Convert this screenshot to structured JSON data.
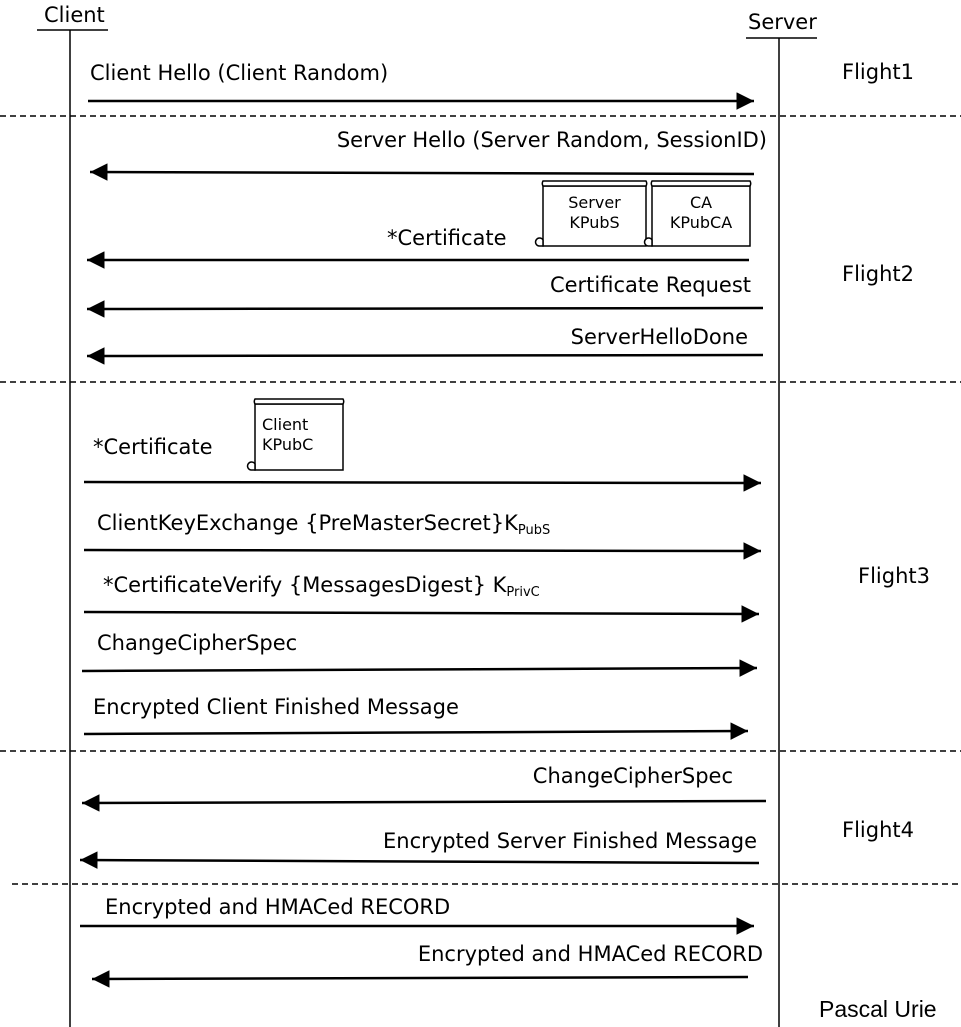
{
  "participants": {
    "client": "Client",
    "server": "Server"
  },
  "flights": {
    "f1": "Flight1",
    "f2": "Flight2",
    "f3": "Flight3",
    "f4": "Flight4"
  },
  "messages": {
    "client_hello": "Client Hello (Client Random)",
    "server_hello": "Server Hello (Server Random, SessionID)",
    "server_certificate": "*Certificate",
    "certificate_request": "Certificate Request",
    "server_hello_done": "ServerHelloDone",
    "client_certificate": "*Certificate",
    "client_key_exchange": "ClientKeyExchange {PreMasterSecret}K",
    "client_key_exchange_sub": "PubS",
    "certificate_verify": "*CertificateVerify {MessagesDigest} K",
    "certificate_verify_sub": "PrivC",
    "change_cipher_spec_client": "ChangeCipherSpec",
    "client_finished": "Encrypted Client Finished Message",
    "change_cipher_spec_server": "ChangeCipherSpec",
    "server_finished": "Encrypted Server Finished Message",
    "record_to_server": "Encrypted and HMACed RECORD",
    "record_to_client": "Encrypted and HMACed RECORD"
  },
  "certificates": {
    "server": {
      "line1": "Server",
      "line2": "KPubS"
    },
    "ca": {
      "line1": "CA",
      "line2": "KPubCA"
    },
    "client": {
      "line1": "Client",
      "line2": "KPubC"
    }
  },
  "author": "Pascal Urie"
}
